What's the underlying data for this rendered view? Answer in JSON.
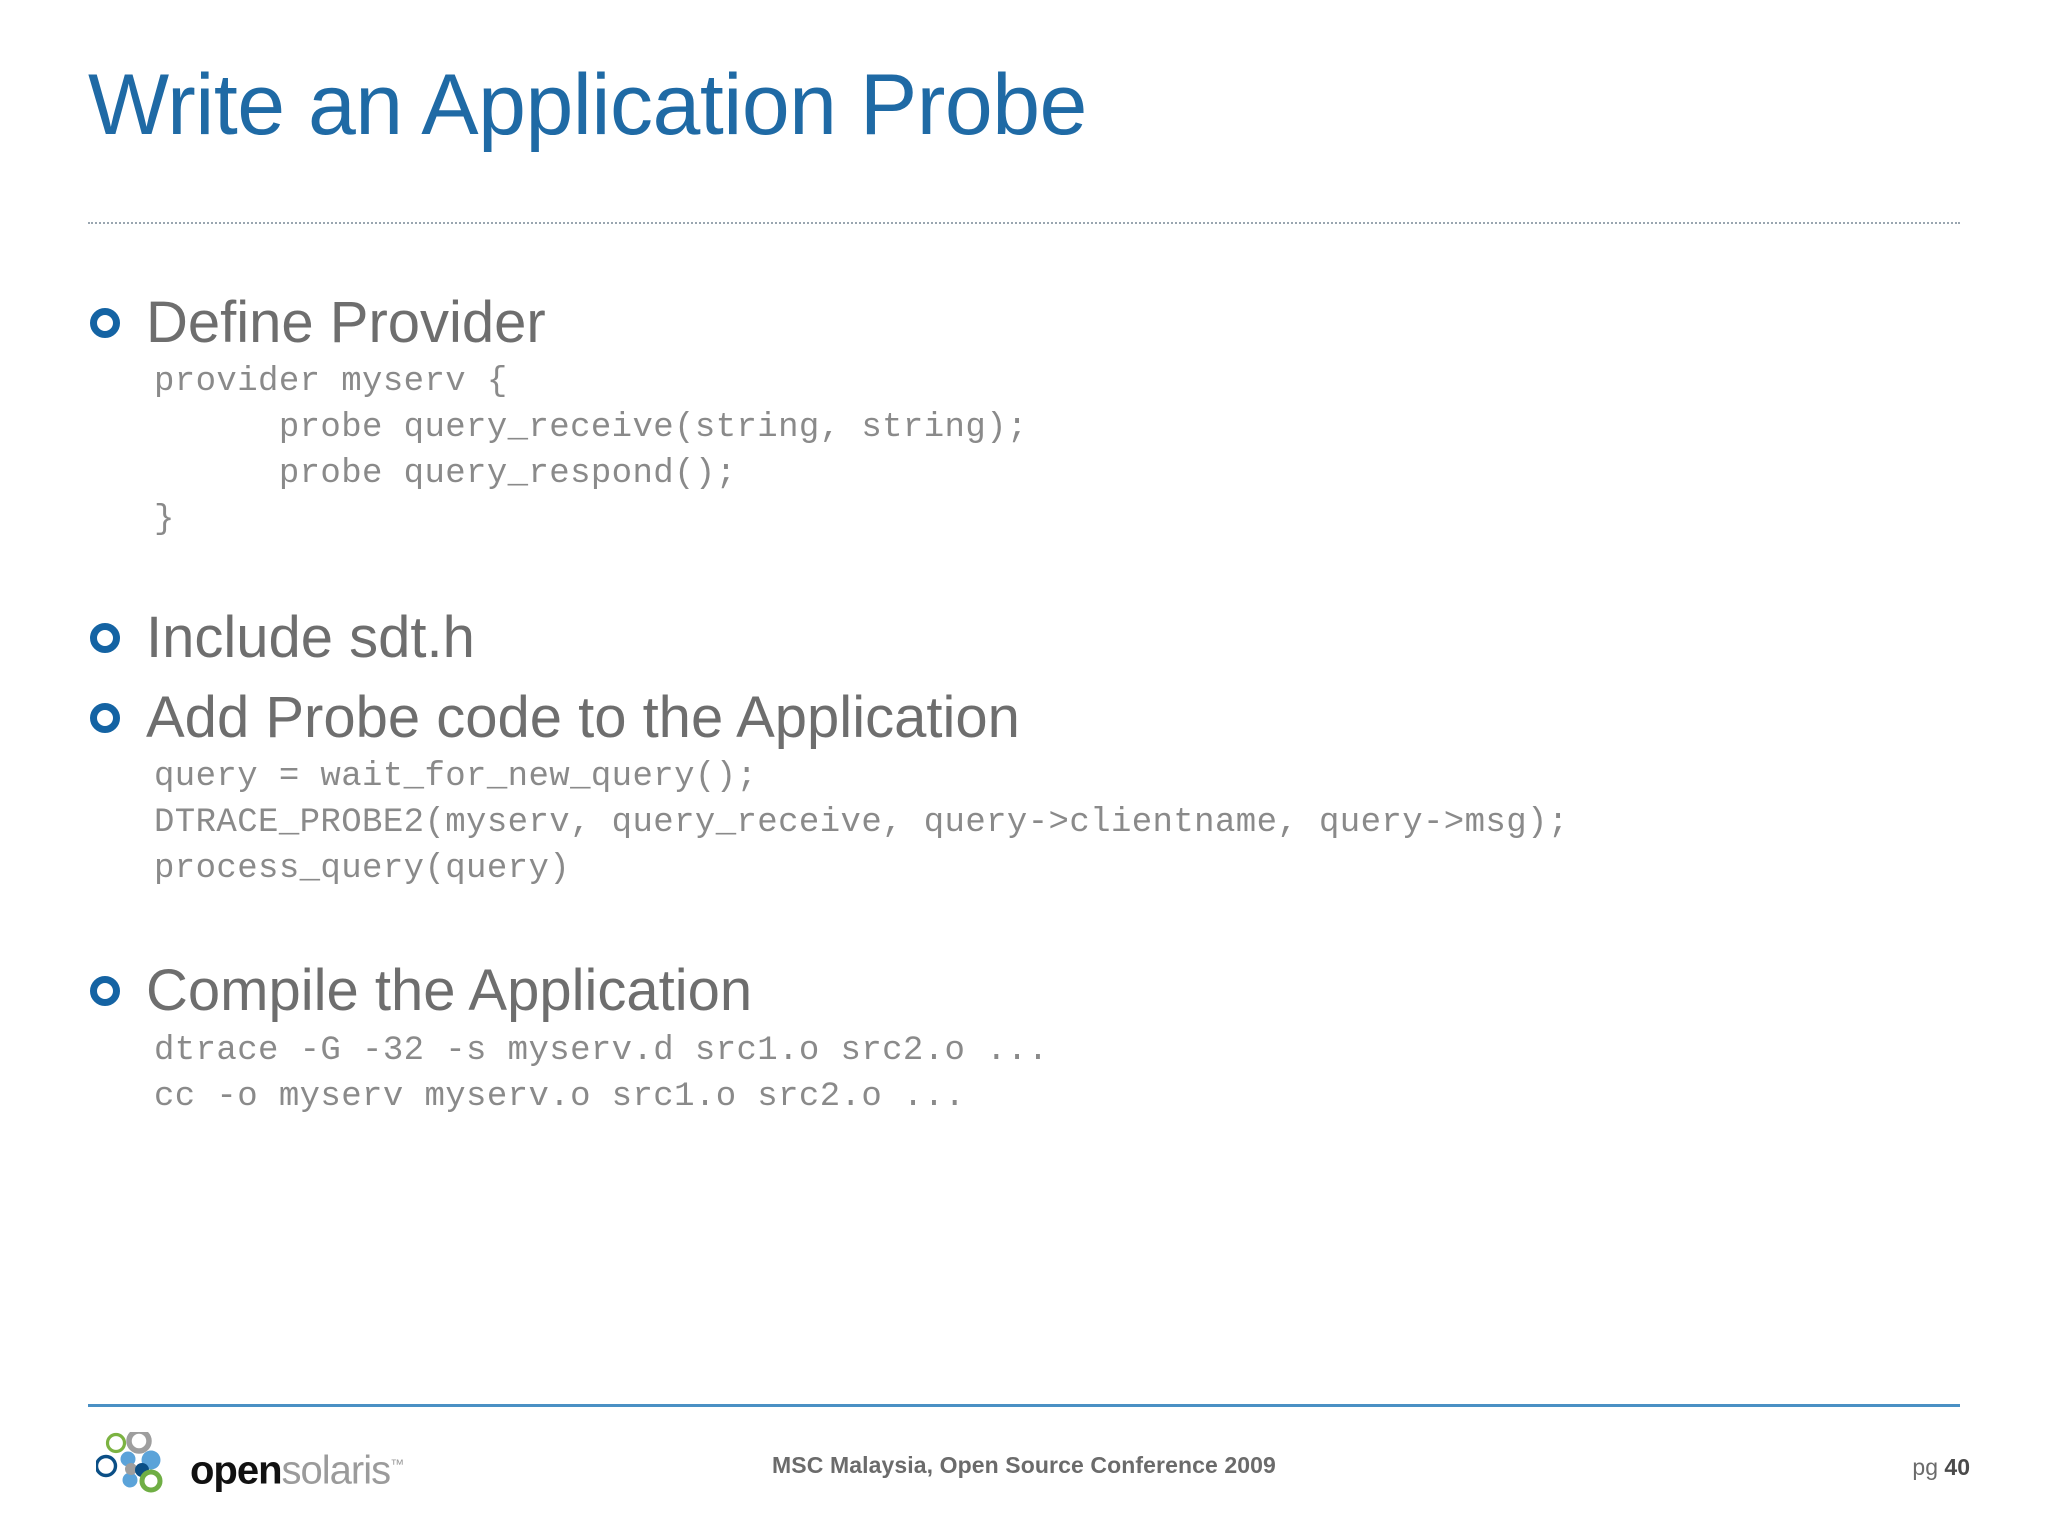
{
  "slide": {
    "title": "Write an Application Probe",
    "accent_color": "#1F6AA5",
    "bullet_color": "#1463A3",
    "body_text_color": "#6E6E6E",
    "code_text_color": "#8A8A8A",
    "footer_rule_color": "#4A90C4"
  },
  "blocks": [
    {
      "heading": "Define Provider",
      "code": "provider myserv {\n      probe query_receive(string, string);\n      probe query_respond();\n}"
    },
    {
      "heading": "Include sdt.h",
      "code": ""
    },
    {
      "heading": "Add Probe code to the Application",
      "code": "query = wait_for_new_query();\nDTRACE_PROBE2(myserv, query_receive, query->clientname, query->msg);\nprocess_query(query)"
    },
    {
      "heading": "Compile the Application",
      "code": "dtrace -G -32 -s myserv.d src1.o src2.o ...\ncc -o myserv myserv.o src1.o src2.o ..."
    }
  ],
  "footer": {
    "logo_open": "open",
    "logo_solaris": "solaris",
    "logo_tm": "™",
    "center_text": "MSC Malaysia, Open Source Conference 2009",
    "page_prefix": "pg ",
    "page_number": "40"
  }
}
